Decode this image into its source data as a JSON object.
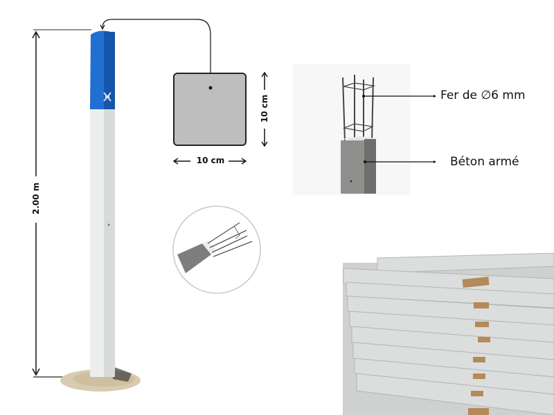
{
  "labels": {
    "height": "2.00 m",
    "width": "10 cm",
    "depth": "10 cm",
    "rebar": "Fer de ∅6 mm",
    "concrete": "Béton armé"
  },
  "colors": {
    "post_blue": "#1f6fd0",
    "post_blue_dark": "#1656aa",
    "post_white": "#e9ebea",
    "section_fill": "#bebebe",
    "concrete": "#8a8a88",
    "stack": "#d4d6d5"
  }
}
